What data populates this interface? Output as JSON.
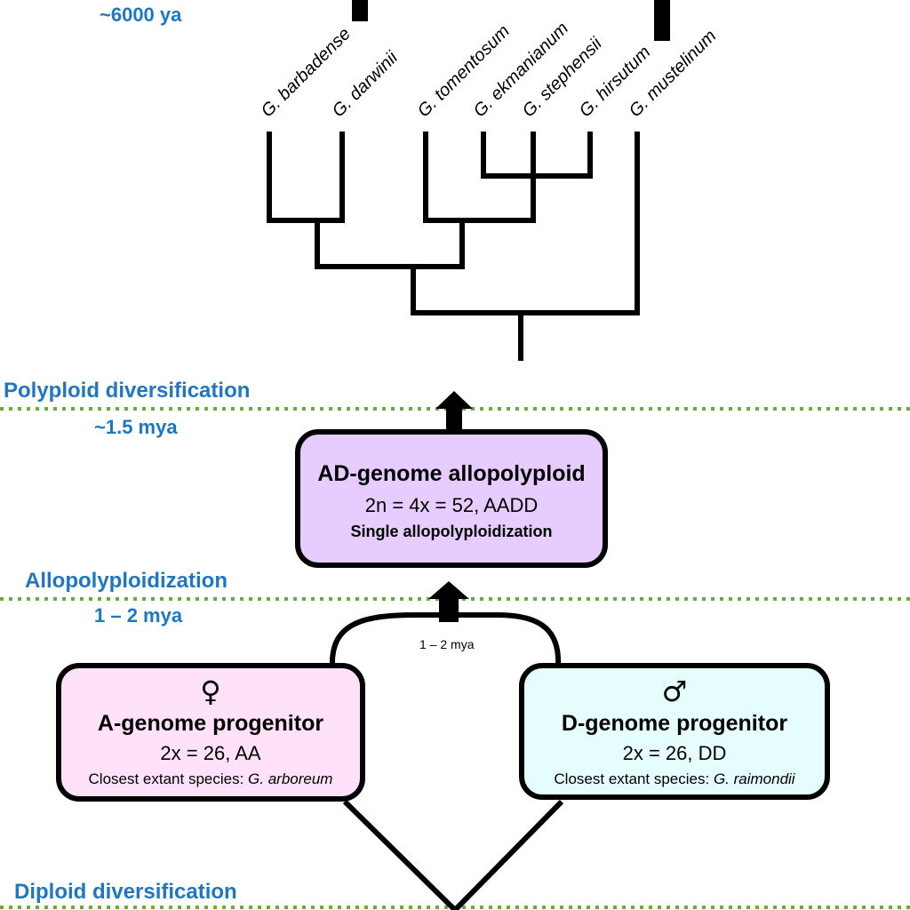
{
  "stages": {
    "polyploid_diversification": "Polyploid diversification",
    "allopolyploidization": "Allopolyploidization",
    "diploid_diversification": "Diploid diversification"
  },
  "times": {
    "domestication": "~6000 ya",
    "polyploid": "~1.5 mya",
    "allopolyploid": "1 – 2 mya",
    "inner_arc": "1 – 2 mya"
  },
  "species": [
    {
      "id": "barbadense",
      "name": "G. barbadense"
    },
    {
      "id": "darwinii",
      "name": "G. darwinii"
    },
    {
      "id": "tomentosum",
      "name": "G. tomentosum"
    },
    {
      "id": "ekmanianum",
      "name": "G. ekmanianum"
    },
    {
      "id": "stephensii",
      "name": "G. stephensii"
    },
    {
      "id": "hirsutum",
      "name": "G. hirsutum"
    },
    {
      "id": "mustelinum",
      "name": "G. mustelinum"
    }
  ],
  "ad_box": {
    "title": "AD-genome allopolyploid",
    "ploidy": "2n = 4x = 52, AADD",
    "note": "Single allopolyploidization"
  },
  "a_box": {
    "symbol": "♀",
    "title": "A-genome progenitor",
    "ploidy": "2x = 26, AA",
    "closest_prefix": "Closest extant species: ",
    "closest_species": "G. arboreum"
  },
  "d_box": {
    "symbol": "♂",
    "title": "D-genome progenitor",
    "ploidy": "2x = 26, DD",
    "closest_prefix": "Closest extant species: ",
    "closest_species": "G. raimondii"
  },
  "colors": {
    "label_blue": "#1f77c4",
    "dotted_green": "#6aab3c",
    "ad_fill": "#e6ccff",
    "a_fill": "#ffe2fa",
    "d_fill": "#e6fdfd"
  }
}
